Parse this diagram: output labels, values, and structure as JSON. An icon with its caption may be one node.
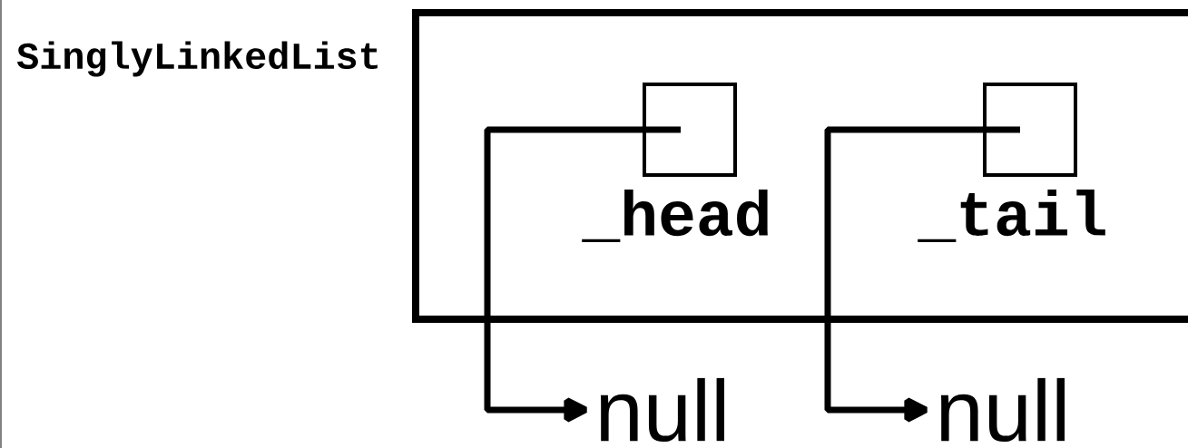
{
  "diagram": {
    "nodes": [
      {
        "text": [
          "SinglyLinkedList"
        ]
      },
      {
        "text": [
          "_head"
        ],
        "in": 0
      },
      {
        "text": [
          "_tail"
        ],
        "in": 0
      },
      {
        "text": [
          "null"
        ]
      },
      {
        "text": [
          "null"
        ]
      }
    ],
    "edges": [
      {
        "from": 1,
        "to": 3,
        "arrow": "to"
      },
      {
        "from": 2,
        "to": 4,
        "arrow": "to"
      }
    ]
  }
}
